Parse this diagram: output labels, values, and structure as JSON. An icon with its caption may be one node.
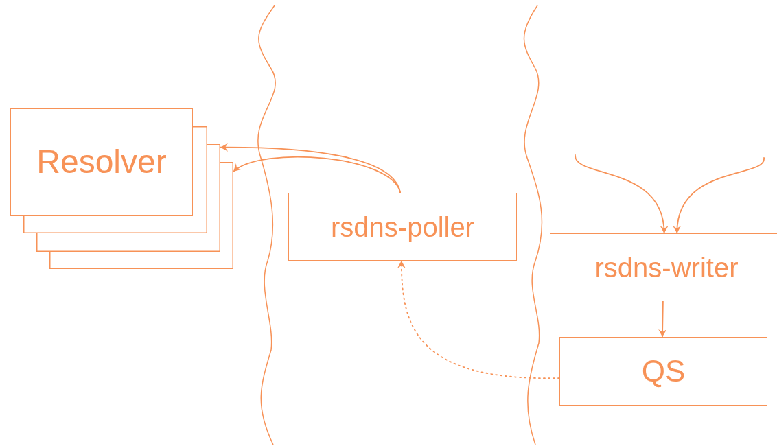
{
  "diagram": {
    "nodes": [
      {
        "text": [
          "Resolver"
        ]
      },
      {
        "text": [],
        "shape": "box"
      },
      {
        "text": [],
        "shape": "box"
      },
      {
        "text": [],
        "shape": "box"
      },
      {
        "text": [
          "rsdns-poller"
        ]
      },
      {
        "text": [
          "rsdns-writer"
        ]
      },
      {
        "text": [
          "QS"
        ]
      }
    ],
    "edges": [
      {
        "from": 4,
        "to": 2,
        "arrow": "to"
      },
      {
        "from": 4,
        "to": 3,
        "arrow": "to"
      },
      {
        "from": null,
        "to": 5,
        "arrow": "to"
      },
      {
        "from": null,
        "to": 5,
        "arrow": "to"
      },
      {
        "from": 5,
        "to": 6,
        "arrow": "to"
      },
      {
        "from": 6,
        "to": 4,
        "arrow": "to",
        "style": "dashed"
      }
    ]
  }
}
